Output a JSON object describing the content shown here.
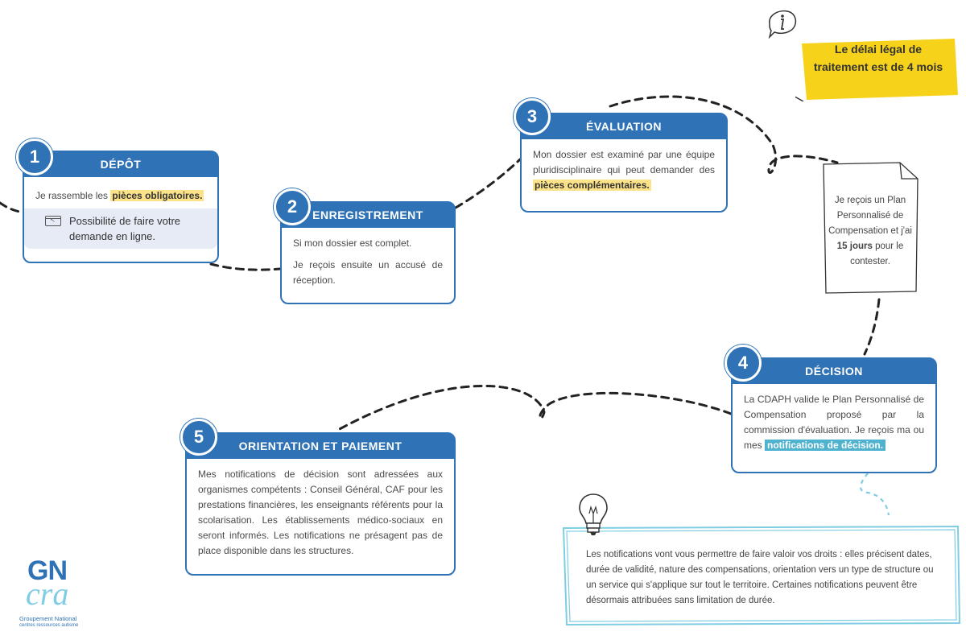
{
  "steps": [
    {
      "number": "1",
      "title": "DÉPÔT",
      "text_before": "Je rassemble les ",
      "highlight": "pièces obligatoires.",
      "online_note": "Possibilité de faire votre demande en ligne."
    },
    {
      "number": "2",
      "title": "ENREGISTREMENT",
      "p1": "Si mon dossier est complet.",
      "p2": "Je reçois ensuite un accusé de réception."
    },
    {
      "number": "3",
      "title": "ÉVALUATION",
      "text_before": "Mon dossier est examiné par une équipe pluridisciplinaire qui peut demander des ",
      "highlight": "pièces complémentaires."
    },
    {
      "number": "4",
      "title": "DÉCISION",
      "text_before": "La CDAPH valide le Plan Personnalisé de Compensation proposé par la commission d'évaluation. Je reçois ma ou mes ",
      "highlight": "notifications de décision."
    },
    {
      "number": "5",
      "title": "ORIENTATION ET PAIEMENT",
      "text": "Mes notifications de décision sont adressées aux organismes compétents : Conseil Général, CAF pour les prestations financières, les enseignants référents pour la scolarisation. Les établissements médico-sociaux en seront informés.  Les notifications ne présagent pas de place disponible dans les structures."
    }
  ],
  "plan_note": {
    "before": "Je reçois un Plan Personnalisé de Compensation et j'ai ",
    "bold": "15 jours",
    "after": " pour le contester."
  },
  "legal_note": {
    "line1": "Le délai légal de",
    "line2": "traitement est de 4 mois"
  },
  "info_note": "Les notifications vont vous permettre de faire valoir vos droits : elles précisent dates, durée de validité, nature des compensations, orientation vers un type de structure ou un service qui s'applique sur tout le territoire. Certaines notifications peuvent être désormais attribuées sans limitation de durée.",
  "logo": {
    "letters": "GN",
    "script": "cra",
    "line1": "Groupement National",
    "line2": "centres ressources autisme"
  },
  "colors": {
    "primary": "#2f73b6",
    "highlight_yellow": "#fce38a",
    "highlight_blue": "#4fb3cf",
    "note_yellow": "#f7d21b",
    "light_blue": "#7fcde3"
  }
}
